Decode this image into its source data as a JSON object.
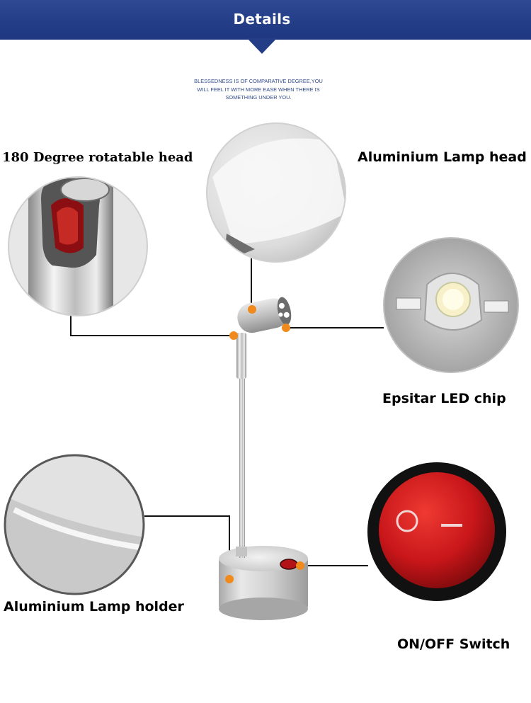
{
  "header": {
    "title": "Details"
  },
  "tagline": {
    "lines": [
      "BLESSEDNESS IS OF COMPARATIVE DEGREE,YOU",
      "WILL FEEL IT WITH MORE EASE WHEN THERE IS",
      "SOMETHING UNDER YOU."
    ]
  },
  "callouts": {
    "rotatable_head": "180 Degree rotatable head",
    "lamp_head": "Aluminium Lamp head",
    "led_chip": "Epsitar LED chip",
    "lamp_holder": "Aluminium Lamp holder",
    "switch": "ON/OFF Switch"
  },
  "colors": {
    "banner": "#233d87",
    "dot": "#f08a1c",
    "switch_red": "#c8161a",
    "tagline": "#2f4a8a"
  }
}
